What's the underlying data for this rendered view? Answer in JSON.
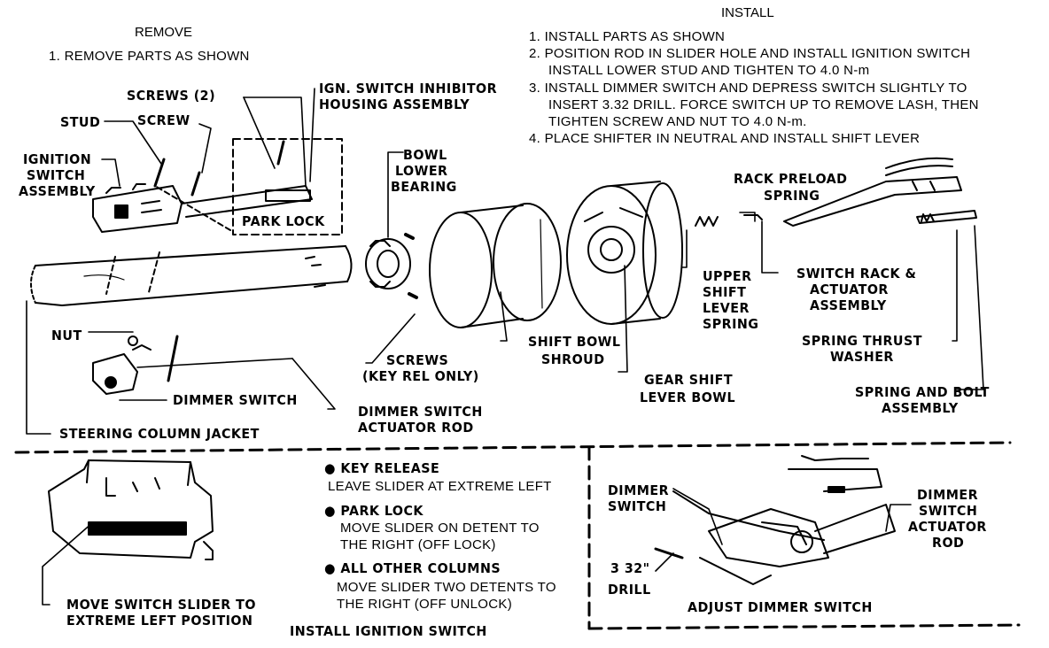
{
  "remove": {
    "heading": "REMOVE",
    "step1": "1.  REMOVE PARTS AS SHOWN"
  },
  "install": {
    "heading": "INSTALL",
    "steps": [
      "1.  INSTALL PARTS AS SHOWN",
      "2.  POSITION ROD IN SLIDER HOLE AND INSTALL IGNITION SWITCH",
      "INSTALL LOWER STUD AND TIGHTEN TO 4.0 N-m",
      "3.  INSTALL DIMMER SWITCH AND DEPRESS SWITCH SLIGHTLY TO",
      "INSERT 3.32 DRILL. FORCE SWITCH UP TO REMOVE LASH, THEN",
      "TIGHTEN SCREW AND NUT TO 4.0 N-m.",
      "4.  PLACE SHIFTER IN NEUTRAL AND INSTALL SHIFT LEVER"
    ]
  },
  "labels": {
    "screws_2": "SCREWS (2)",
    "ign_inhibitor_1": "IGN. SWITCH INHIBITOR",
    "ign_inhibitor_2": "HOUSING ASSEMBLY",
    "stud": "STUD",
    "screw": "SCREW",
    "ignition_1": "IGNITION",
    "ignition_2": "SWITCH",
    "ignition_3": "ASSEMBLY",
    "park_lock": "PARK LOCK",
    "bowl_1": "BOWL",
    "bowl_2": "LOWER",
    "bowl_3": "BEARING",
    "rack_preload_1": "RACK PRELOAD",
    "rack_preload_2": "SPRING",
    "upper_1": "UPPER",
    "upper_2": "SHIFT",
    "upper_3": "LEVER",
    "upper_4": "SPRING",
    "switch_rack_1": "SWITCH RACK &",
    "switch_rack_2": "ACTUATOR",
    "switch_rack_3": "ASSEMBLY",
    "thrust_1": "SPRING THRUST",
    "thrust_2": "WASHER",
    "spring_bolt_1": "SPRING AND BOLT",
    "spring_bolt_2": "ASSEMBLY",
    "shift_bowl_1": "SHIFT BOWL",
    "shift_bowl_2": "SHROUD",
    "gear_shift_1": "GEAR SHIFT",
    "gear_shift_2": "LEVER BOWL",
    "nut": "NUT",
    "screws_key_1": "SCREWS",
    "screws_key_2": "(KEY REL ONLY)",
    "dimmer_switch": "DIMMER SWITCH",
    "dimmer_rod_1": "DIMMER SWITCH",
    "dimmer_rod_2": "ACTUATOR ROD",
    "jacket": "STEERING COLUMN JACKET"
  },
  "bottom": {
    "key_release_1": "● KEY RELEASE",
    "key_release_2": "LEAVE SLIDER AT EXTREME LEFT",
    "park_lock_1": "● PARK LOCK",
    "park_lock_2": "MOVE SLIDER ON DETENT TO",
    "park_lock_3": "THE RIGHT (OFF LOCK)",
    "other_1": "● ALL OTHER COLUMNS",
    "other_2": "MOVE SLIDER TWO DETENTS TO",
    "other_3": "THE RIGHT (OFF UNLOCK)",
    "move_slider_1": "MOVE SWITCH SLIDER TO",
    "move_slider_2": "EXTREME LEFT POSITION",
    "install_ign": "INSTALL IGNITION SWITCH",
    "dimmer_1": "DIMMER",
    "dimmer_2": "SWITCH",
    "drill_1": "3 32\"",
    "drill_2": "DRILL",
    "rod_1": "DIMMER",
    "rod_2": "SWITCH",
    "rod_3": "ACTUATOR",
    "rod_4": "ROD",
    "adjust": "ADJUST DIMMER SWITCH"
  }
}
